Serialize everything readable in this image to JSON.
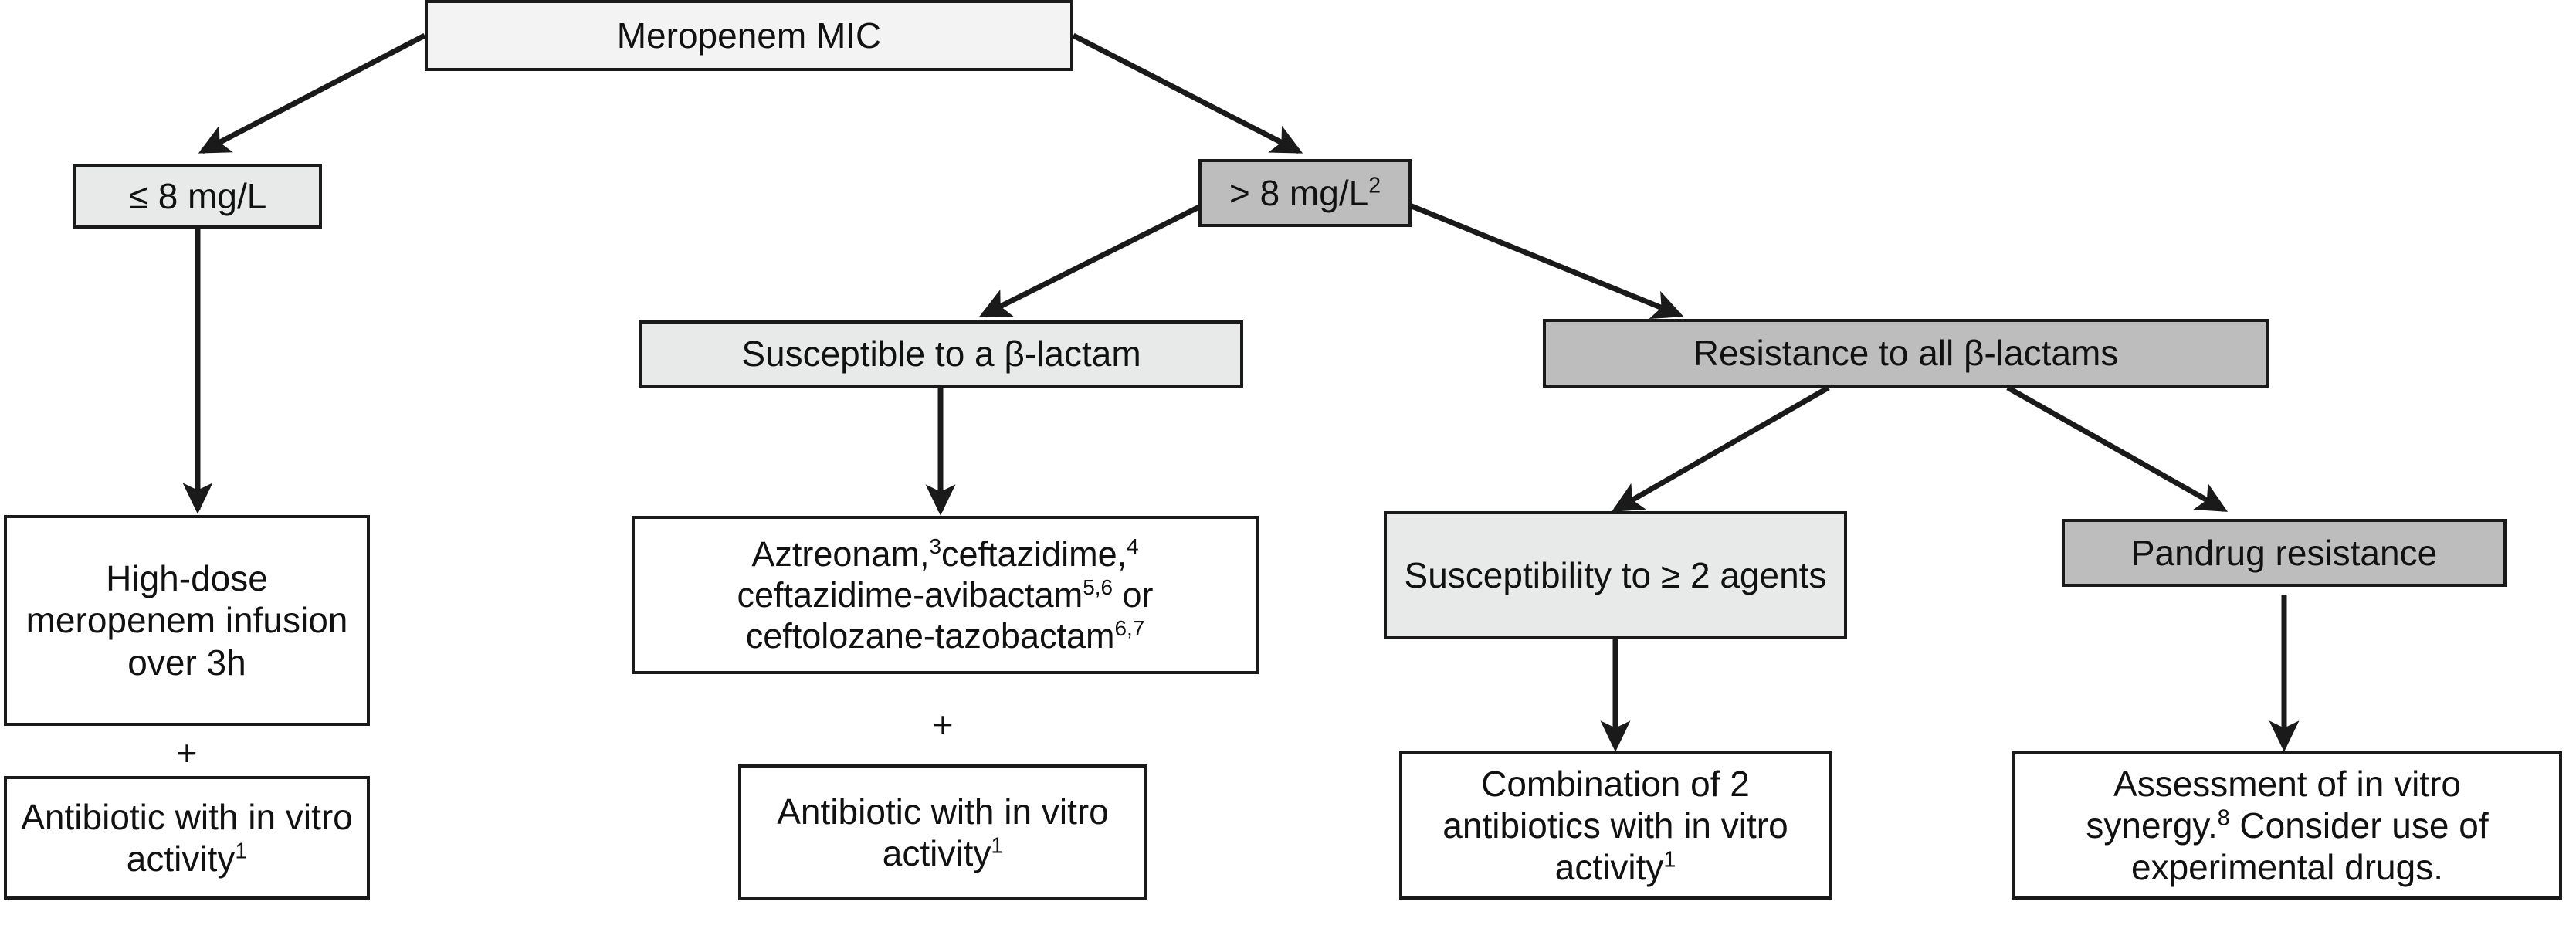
{
  "diagram": {
    "title": "Meropenem MIC treatment decision algorithm",
    "colors": {
      "stroke": "#1a1a1a",
      "fill_light": "#f2f3f2",
      "fill_mid": "#e8eaea",
      "fill_dark": "#bdbdbd",
      "fill_white": "#ffffff",
      "text": "#111111"
    },
    "nodes": {
      "root": {
        "label": "Meropenem MIC"
      },
      "mic_low": {
        "label": "≤ 8 mg/L"
      },
      "mic_high": {
        "label_main": "> 8 mg/L",
        "superscript": "2"
      },
      "high_dose": {
        "label": "High-dose meropenem infusion over 3h"
      },
      "left_antibiotic": {
        "label_main": "Antibiotic with in vitro activity",
        "superscript": "1"
      },
      "susceptible_betalactam": {
        "label": "Susceptible to a β-lactam"
      },
      "drug_options": {
        "line1_a": "Aztreonam,",
        "line1_sup_a": "3",
        "line1_b": "ceftazidime,",
        "line1_sup_b": "4",
        "line2_a": "ceftazidime-avibactam",
        "line2_sup": "5,6",
        "line2_b": " or",
        "line3_a": "ceftolozane-tazobactam",
        "line3_sup": "6,7"
      },
      "middle_antibiotic": {
        "label_main": "Antibiotic with in vitro activity",
        "superscript": "1"
      },
      "resistance_all": {
        "label": "Resistance to all β-lactams"
      },
      "susceptibility_two": {
        "label": "Susceptibility to ≥ 2 agents"
      },
      "combination": {
        "label_main": "Combination of 2 antibiotics with in vitro activity",
        "superscript": "1"
      },
      "pandrug": {
        "label": "Pandrug resistance"
      },
      "assessment": {
        "line1": "Assessment of in vitro",
        "line2_a": "synergy.",
        "line2_sup": "8",
        "line2_b": " Consider use of",
        "line3": "experimental drugs."
      }
    },
    "connectors": {
      "plus_left": "+",
      "plus_middle": "+"
    }
  }
}
